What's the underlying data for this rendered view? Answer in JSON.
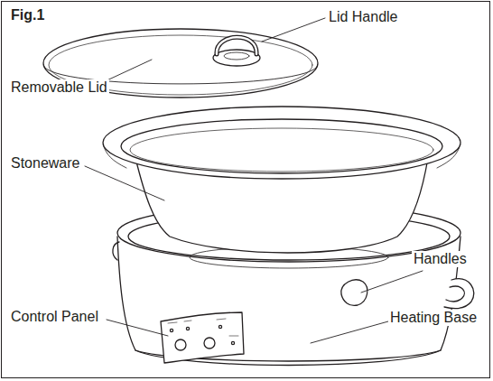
{
  "diagram": {
    "title": "Fig.1",
    "labels": [
      "Lid Handle",
      "Removable Lid",
      "Stoneware",
      "Handles",
      "Control Panel",
      "Heating Base"
    ]
  }
}
